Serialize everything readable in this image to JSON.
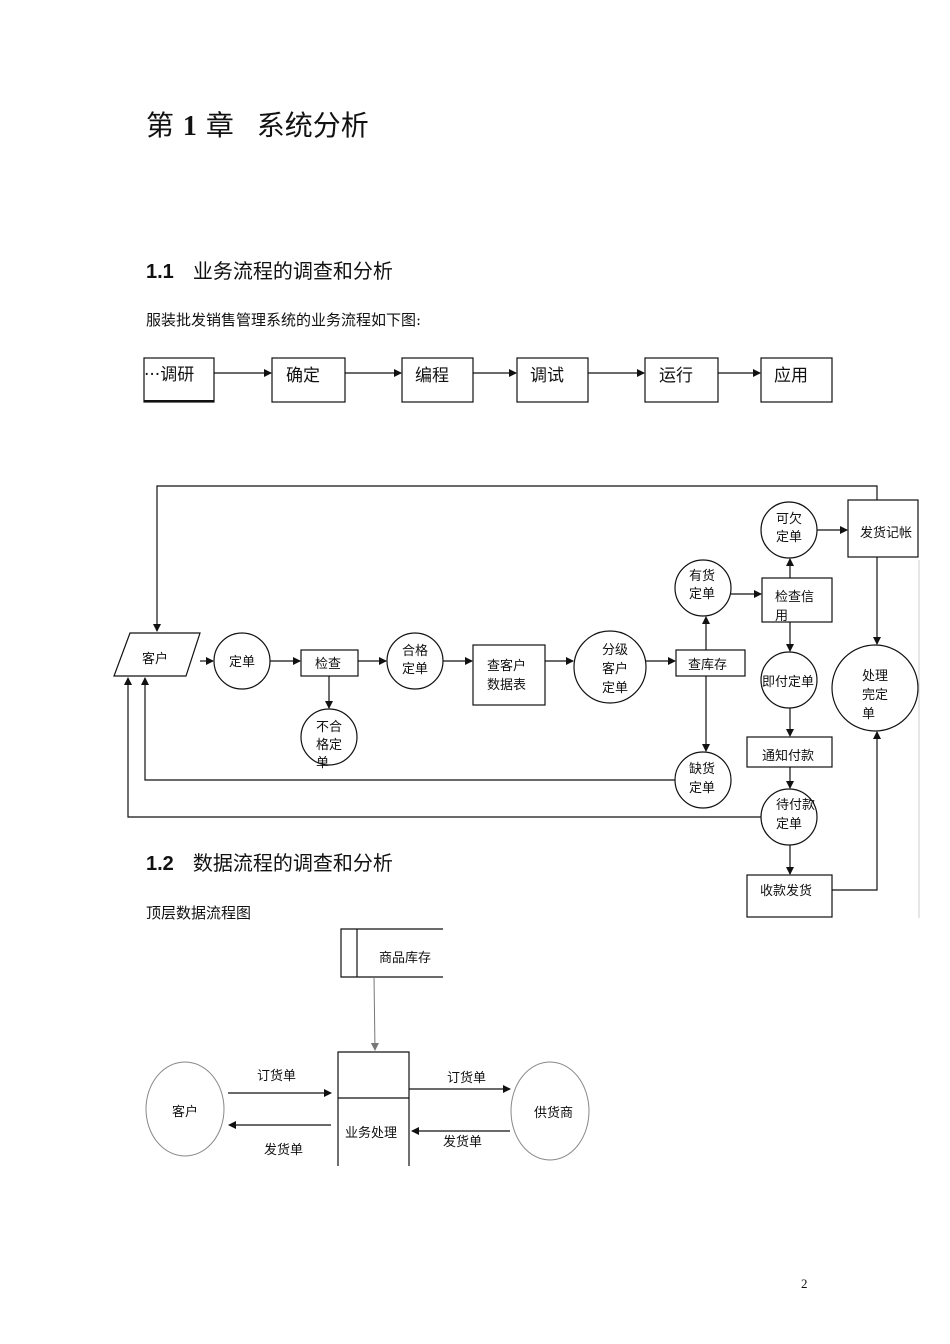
{
  "chapter": {
    "prefix": "第",
    "number": "1",
    "suffix": "章",
    "title": "系统分析"
  },
  "section1": {
    "number": "1.1",
    "title": "业务流程的调查和分析"
  },
  "intro": "服装批发销售管理系统的业务流程如下图:",
  "process_steps": [
    "···调研",
    "确定",
    "编程",
    "调试",
    "运行",
    "应用"
  ],
  "flow": {
    "customer": "客户",
    "order": "定单",
    "check": "检查",
    "qualified": [
      "合格",
      "定单"
    ],
    "unqualified": [
      "不合",
      "格定",
      "单"
    ],
    "lookup": [
      "查客户",
      "数据表"
    ],
    "graded": [
      "分级",
      "客户",
      "定单"
    ],
    "stock_check": "查库存",
    "in_stock": [
      "有货",
      "定单"
    ],
    "out_of_stock": [
      "缺货",
      "定单"
    ],
    "credit_check": [
      "检查信",
      "用"
    ],
    "credit_ok": [
      "可欠",
      "定单"
    ],
    "ship_record": "发货记帐",
    "pay_now": "即付定单",
    "notify_payment": "通知付款",
    "await_payment": [
      "待付款",
      "定单"
    ],
    "collect_ship": "收款发货",
    "done": [
      "处理",
      "完定",
      "单"
    ]
  },
  "section2": {
    "number": "1.2",
    "title": "数据流程的调查和分析"
  },
  "dfd_caption": "顶层数据流程图",
  "dfd": {
    "store": "商品库存",
    "customer": "客户",
    "process": "业务处理",
    "supplier": "供货商",
    "order_in": "订货单",
    "ship_out": "发货单",
    "order_out": "订货单",
    "ship_in": "发货单"
  },
  "page_number": "2"
}
